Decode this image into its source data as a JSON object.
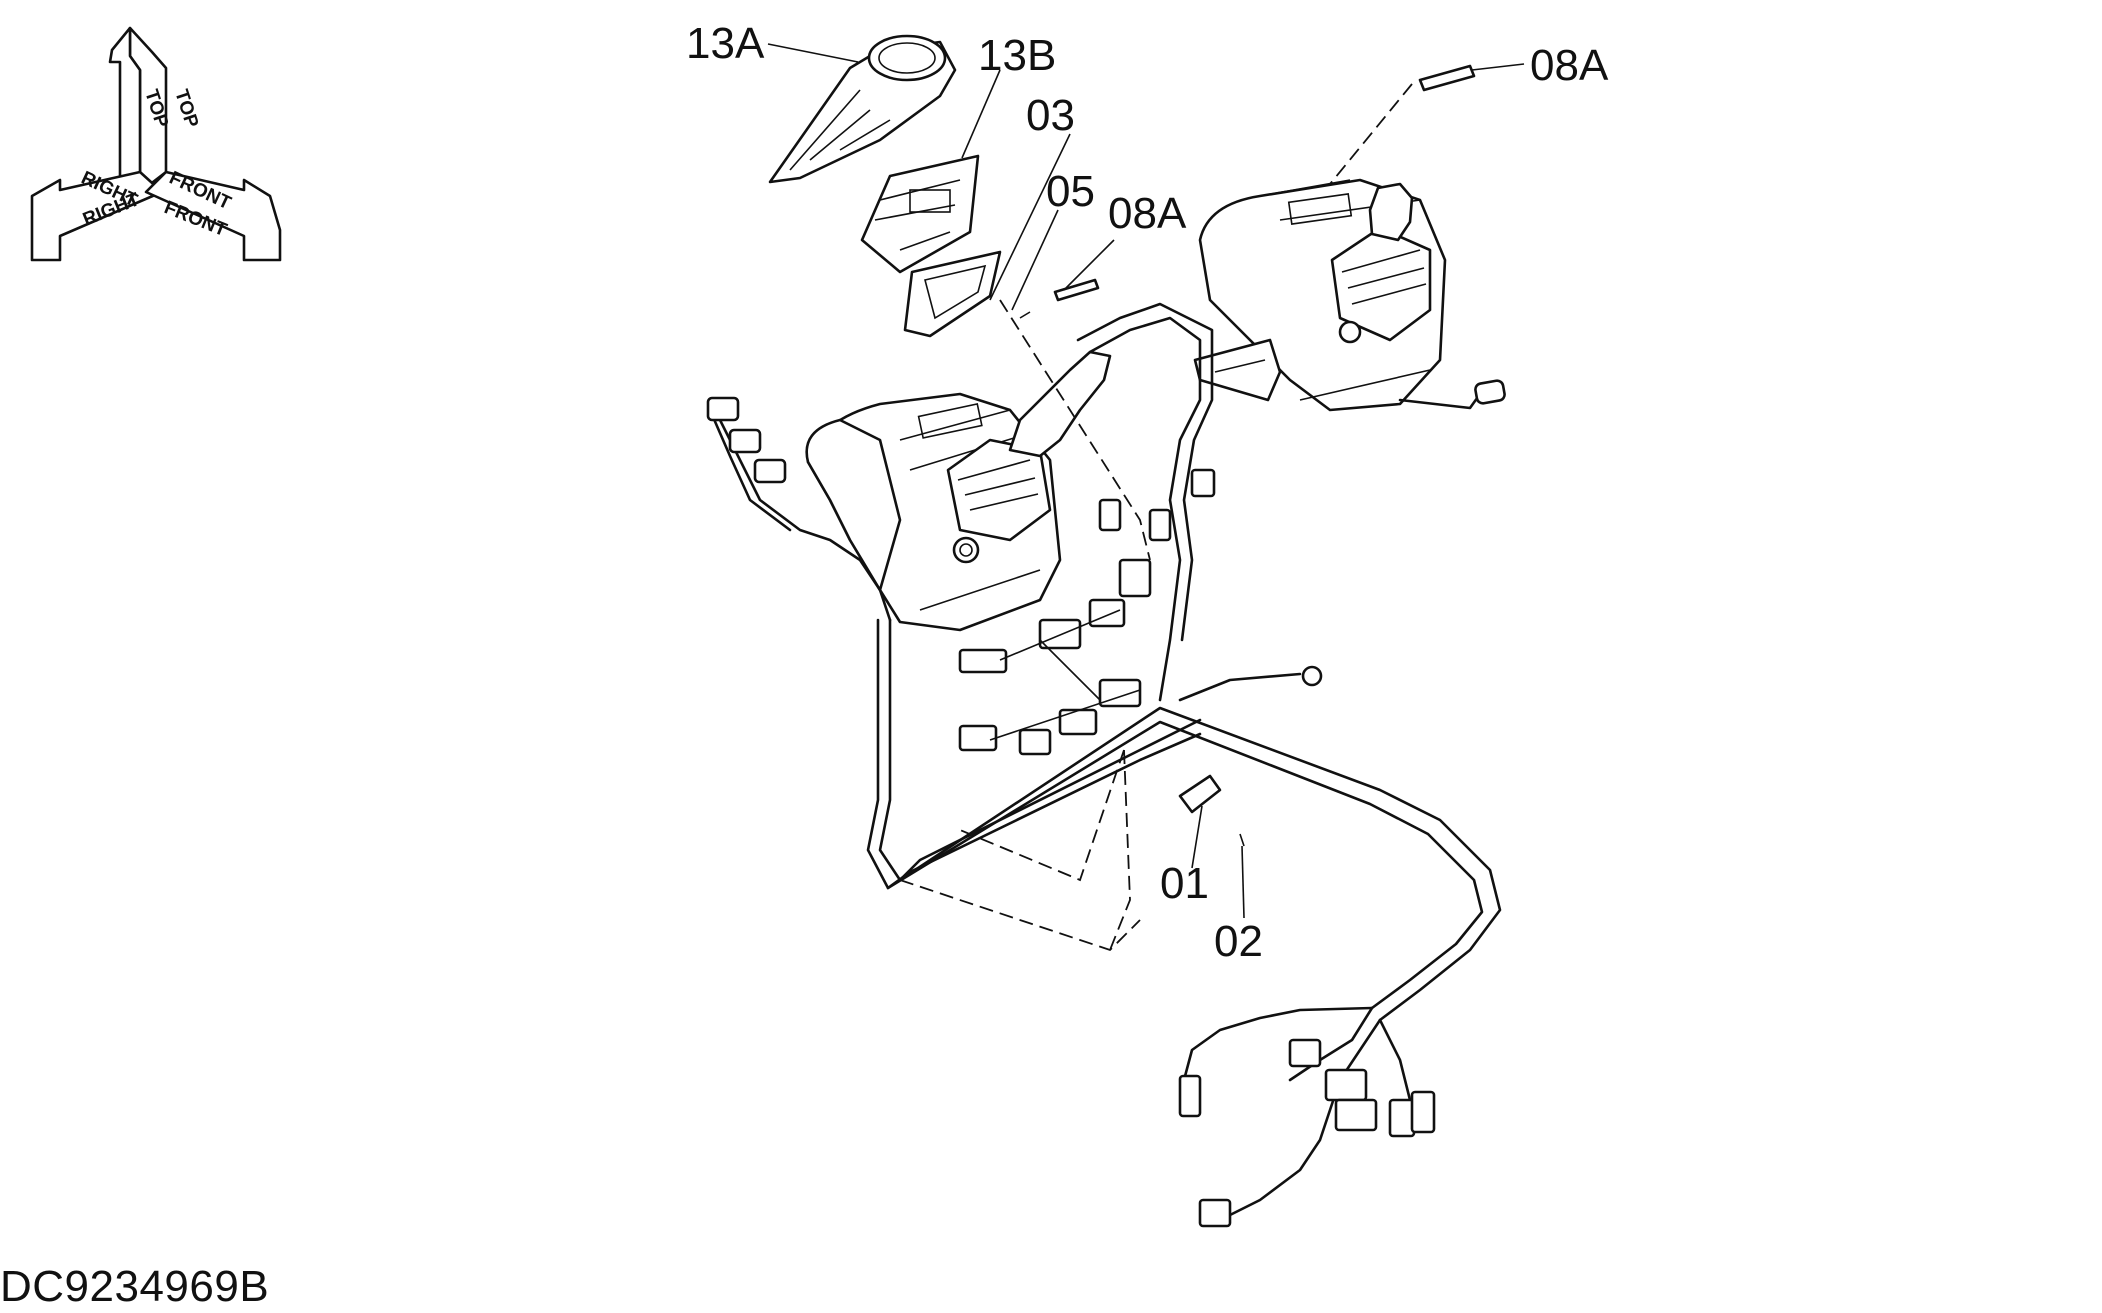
{
  "orientation_indicator": {
    "top_label": "TOP",
    "right_label": "RIGHT",
    "front_label": "FRONT"
  },
  "callouts": {
    "c13a": "13A",
    "c13b": "13B",
    "c03": "03",
    "c05": "05",
    "c08a_mid": "08A",
    "c08a_top": "08A",
    "c01": "01",
    "c02": "02"
  },
  "drawing_code": "DC9234969B"
}
